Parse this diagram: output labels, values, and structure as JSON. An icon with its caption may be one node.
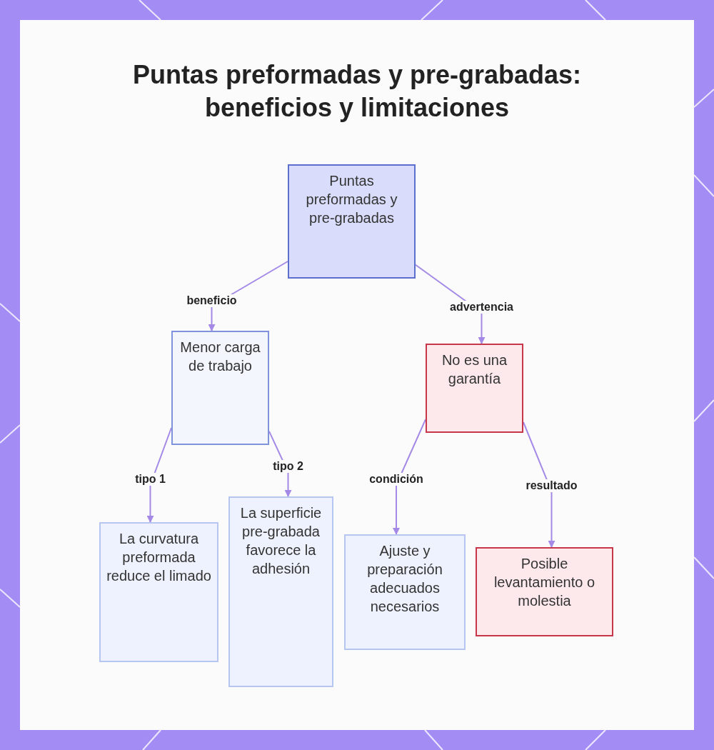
{
  "diagram": {
    "title": "Puntas preformadas y pre-grabadas: beneficios y limitaciones",
    "nodes": [
      {
        "text": [
          "Puntas preformadas y pre-grabadas"
        ]
      },
      {
        "text": [
          "Menor carga de trabajo"
        ]
      },
      {
        "text": [
          "No es una garantía"
        ]
      },
      {
        "text": [
          "La curvatura preformada reduce el limado"
        ]
      },
      {
        "text": [
          "La superficie pre-grabada favorece la adhesión"
        ]
      },
      {
        "text": [
          "Ajuste y preparación adecuados necesarios"
        ]
      },
      {
        "text": [
          "Posible levantamiento o molestia"
        ]
      }
    ],
    "edges": [
      {
        "from": 0,
        "to": 1,
        "arrow": "to",
        "label": "beneficio"
      },
      {
        "from": 0,
        "to": 2,
        "arrow": "to",
        "label": "advertencia"
      },
      {
        "from": 1,
        "to": 3,
        "arrow": "to",
        "label": "tipo 1"
      },
      {
        "from": 1,
        "to": 4,
        "arrow": "to",
        "label": "tipo 2"
      },
      {
        "from": 2,
        "to": 5,
        "arrow": "to",
        "label": "condición"
      },
      {
        "from": 2,
        "to": 6,
        "arrow": "to",
        "label": "resultado"
      }
    ]
  }
}
